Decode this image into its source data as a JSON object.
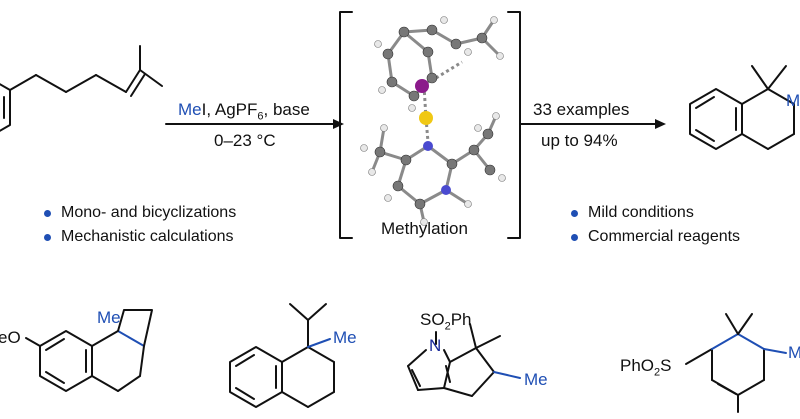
{
  "reaction": {
    "reagent_prefix": "Me",
    "reagent_rest": "I, AgPF",
    "reagent_sub": "6",
    "reagent_tail": ", base",
    "temperature": "0–23 °C",
    "scope_count": "33 examples",
    "scope_yield": "up to 94%",
    "bracket_caption": "Methylation",
    "product_fragment": "M"
  },
  "left_bullets": [
    "Mono- and bicyclizations",
    "Mechanistic calculations"
  ],
  "right_bullets": [
    "Mild conditions",
    "Commercial reagents"
  ],
  "examples": {
    "ex1_prefix": "eO",
    "ex1_me": "Me",
    "ex2_me": "Me",
    "ex3_so2ph_a": "SO",
    "ex3_so2ph_sub": "2",
    "ex3_so2ph_b": "Ph",
    "ex3_n": "N",
    "ex3_me": "Me",
    "ex4_a": "PhO",
    "ex4_sub": "2",
    "ex4_b": "S",
    "ex4_m": "M"
  },
  "colors": {
    "accent": "#1f4fb4",
    "iodine": "#8b1a8b",
    "silver": "#f0c814",
    "nitrogen": "#4a4ad0"
  }
}
